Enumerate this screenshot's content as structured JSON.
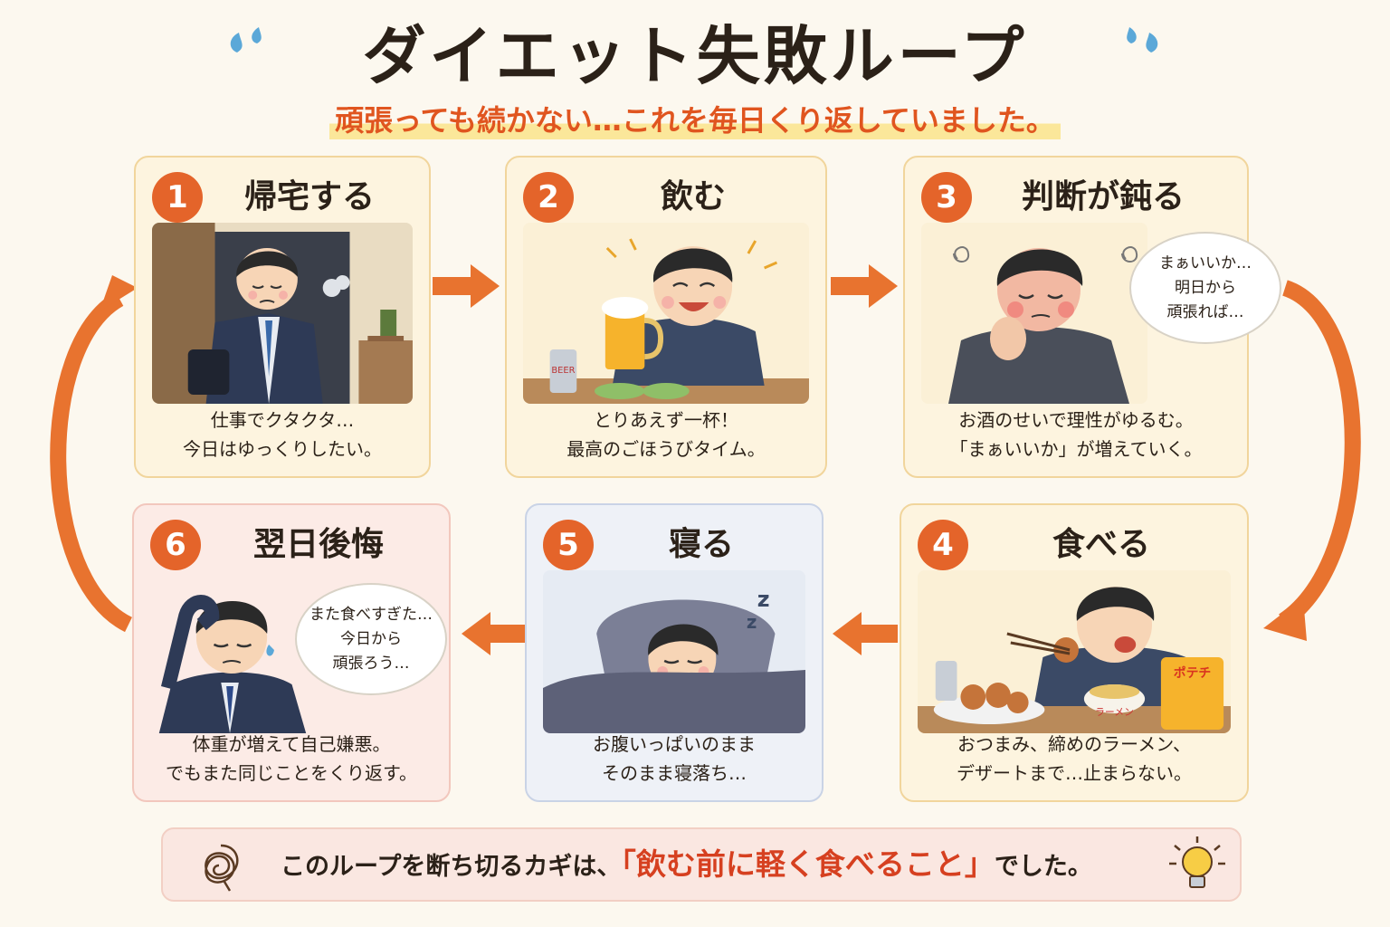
{
  "header": {
    "title": "ダイエット失敗ループ",
    "subtitle": "頑張っても続かない…これを毎日くり返していました。"
  },
  "steps": [
    {
      "number": "1",
      "title": "帰宅する",
      "caption": [
        "仕事でクタクタ…",
        "今日はゆっくりしたい。"
      ]
    },
    {
      "number": "2",
      "title": "飲む",
      "caption": [
        "とりあえず一杯！",
        "最高のごほうびタイム。"
      ],
      "can_label": "BEER"
    },
    {
      "number": "3",
      "title": "判断が鈍る",
      "caption": [
        "お酒のせいで理性がゆるむ。",
        "「まぁいいか」が増えていく。"
      ],
      "thought": [
        "まぁいいか…",
        "明日から",
        "頑張れば…"
      ]
    },
    {
      "number": "4",
      "title": "食べる",
      "caption": [
        "おつまみ、締めのラーメン、",
        "デザートまで…止まらない。"
      ],
      "chips_label": "ポテチ",
      "ramen_label": "ラーメン"
    },
    {
      "number": "5",
      "title": "寝る",
      "caption": [
        "お腹いっぱいのまま",
        "そのまま寝落ち…"
      ]
    },
    {
      "number": "6",
      "title": "翌日後悔",
      "caption": [
        "体重が増えて自己嫌悪。",
        "でもまた同じことをくり返す。"
      ],
      "thought": [
        "また食べすぎた…",
        "今日から",
        "頑張ろう…"
      ]
    }
  ],
  "footer": {
    "prefix": "このループを断ち切るカギは、",
    "emphasis": "「飲む前に軽く食べること」",
    "suffix": "でした。"
  },
  "colors": {
    "accent": "#e4642a",
    "arrow": "#e8732f",
    "title_text": "#2b2118",
    "subtitle_text": "#e0551f",
    "emphasis_text": "#d64020"
  }
}
